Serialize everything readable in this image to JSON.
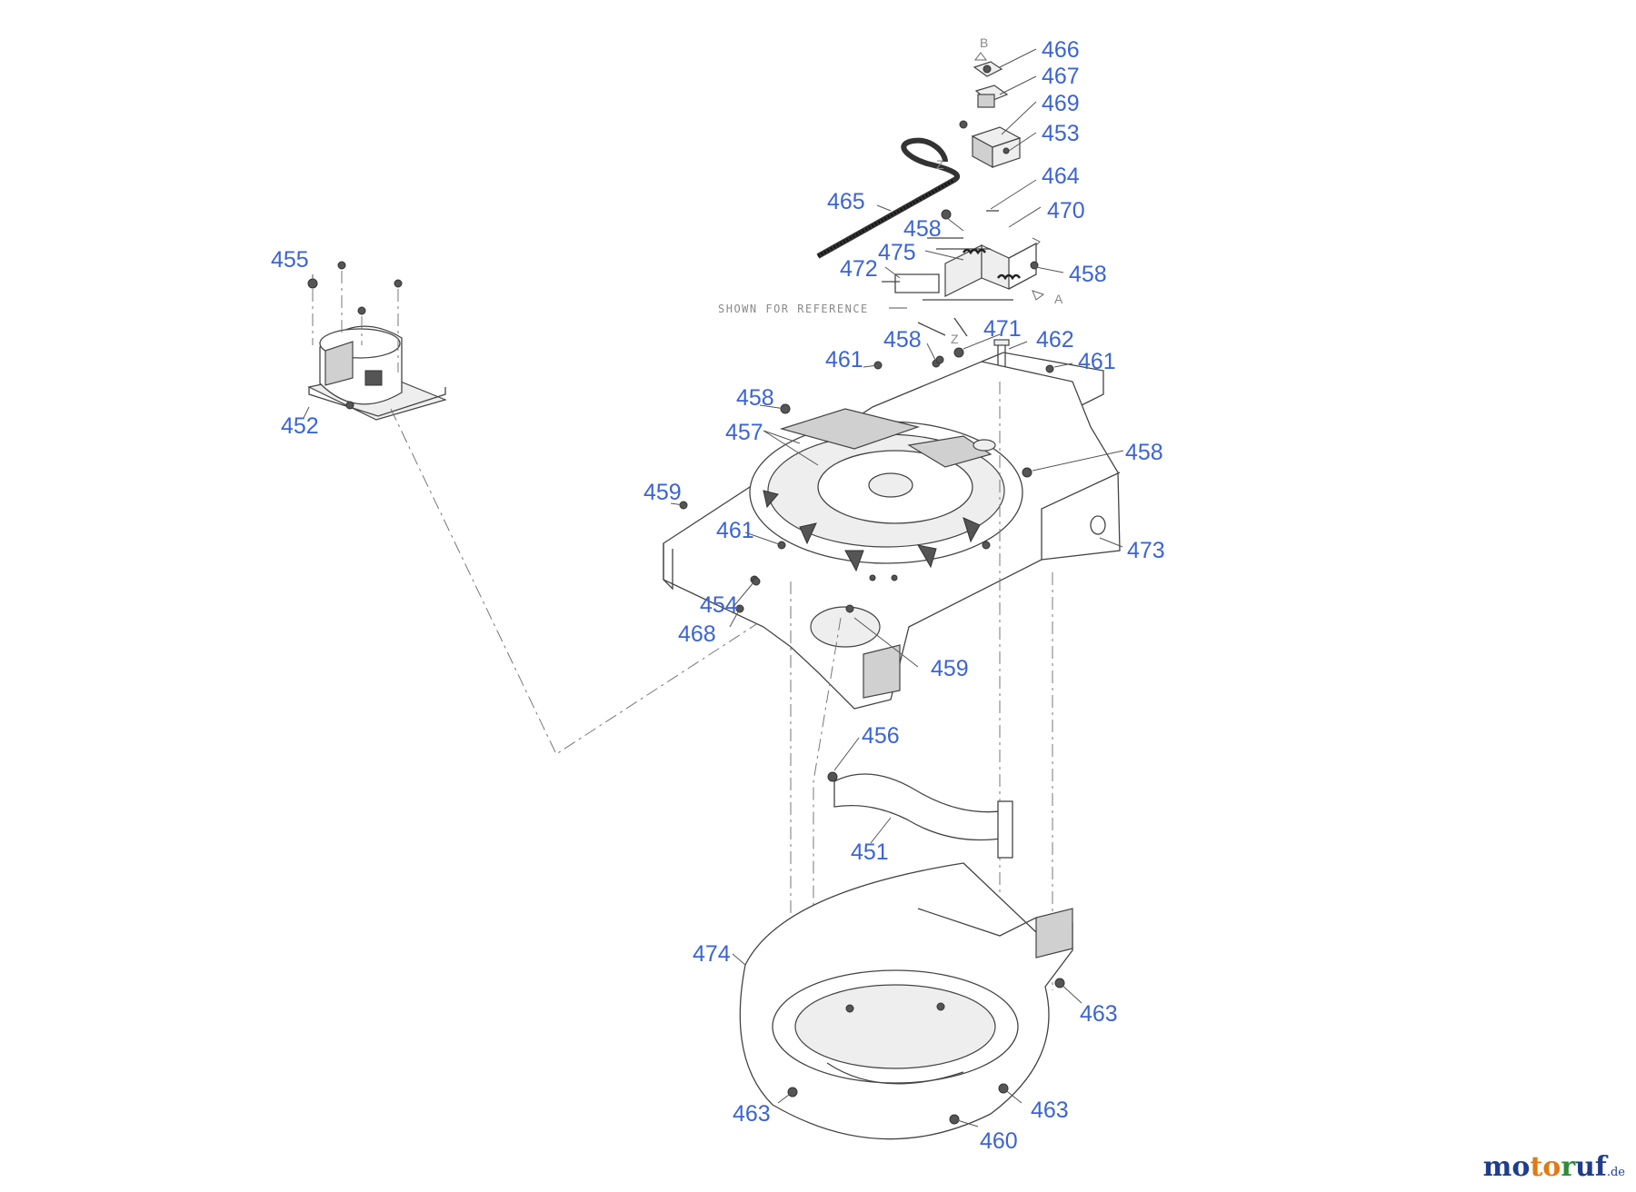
{
  "diagram": {
    "reference_note": "SHOWN FOR REFERENCE",
    "view_letters": [
      "B",
      "A",
      "Z",
      "Z"
    ],
    "parts": [
      {
        "num": "466"
      },
      {
        "num": "467"
      },
      {
        "num": "469"
      },
      {
        "num": "453"
      },
      {
        "num": "464"
      },
      {
        "num": "465"
      },
      {
        "num": "470"
      },
      {
        "num": "458"
      },
      {
        "num": "475"
      },
      {
        "num": "472"
      },
      {
        "num": "458"
      },
      {
        "num": "455"
      },
      {
        "num": "458"
      },
      {
        "num": "471"
      },
      {
        "num": "462"
      },
      {
        "num": "461"
      },
      {
        "num": "461"
      },
      {
        "num": "452"
      },
      {
        "num": "458"
      },
      {
        "num": "457"
      },
      {
        "num": "458"
      },
      {
        "num": "459"
      },
      {
        "num": "461"
      },
      {
        "num": "473"
      },
      {
        "num": "454"
      },
      {
        "num": "468"
      },
      {
        "num": "459"
      },
      {
        "num": "456"
      },
      {
        "num": "451"
      },
      {
        "num": "474"
      },
      {
        "num": "463"
      },
      {
        "num": "463"
      },
      {
        "num": "463"
      },
      {
        "num": "460"
      }
    ]
  },
  "brand": {
    "part1": "mo",
    "part2": "to",
    "part3": "r",
    "part4": "uf",
    "domain": ".de"
  },
  "colors": {
    "label": "#3c64d2",
    "line": "#444444",
    "background": "#ffffff"
  }
}
